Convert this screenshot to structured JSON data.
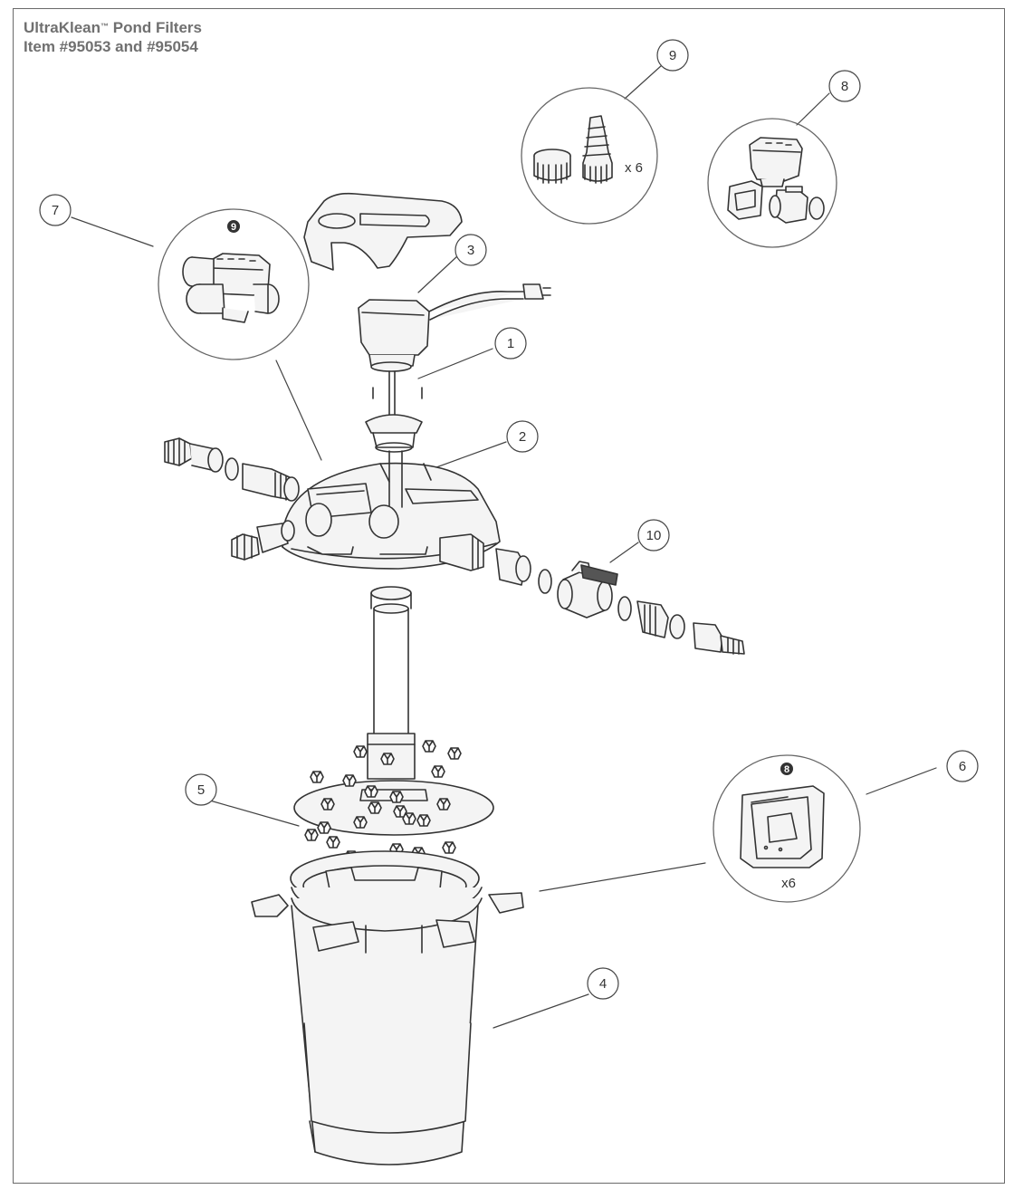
{
  "header": {
    "brand": "UltraKlean",
    "trademark": "™",
    "title_rest": " Pond Filters",
    "item_line": "Item #95053 and #95054"
  },
  "callouts": [
    "1",
    "2",
    "3",
    "4",
    "5",
    "6",
    "7",
    "8",
    "9",
    "10"
  ],
  "insets": {
    "fitting_kit": {
      "quantity": "x 6"
    },
    "pipe_housing": {
      "badge": "9"
    },
    "filter_pad": {
      "badge": "8",
      "quantity": "x6"
    }
  },
  "colors": {
    "line": "#333333",
    "frame": "#6a6a6a",
    "title": "#707070",
    "part_fill": "#f4f4f4"
  }
}
